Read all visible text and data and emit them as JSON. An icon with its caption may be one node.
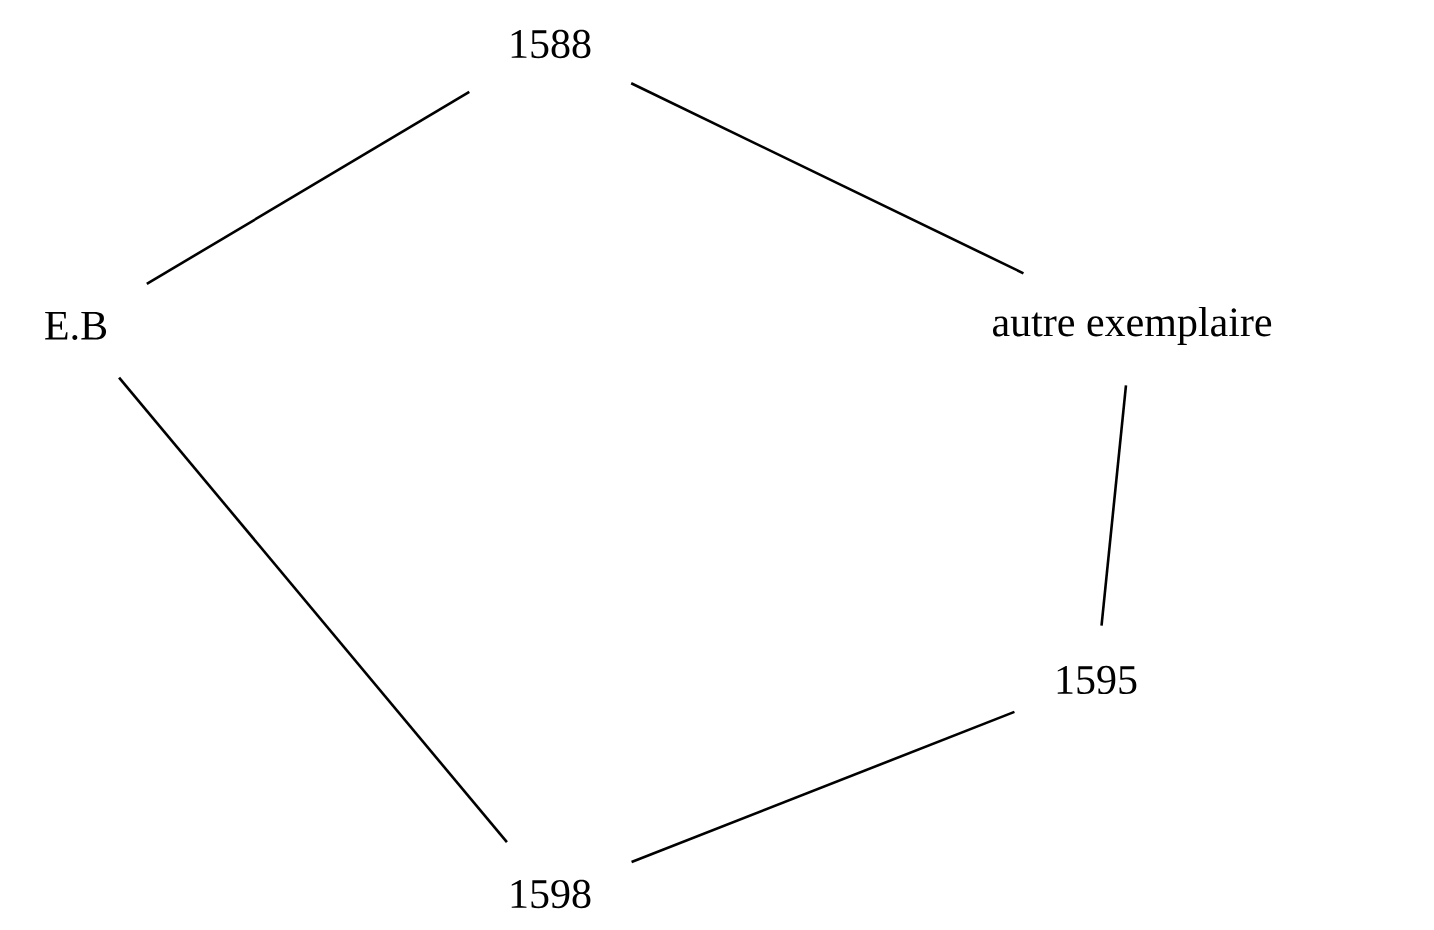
{
  "diagram": {
    "nodes": [
      {
        "text": [
          "1588"
        ]
      },
      {
        "text": [
          "E.B"
        ]
      },
      {
        "text": [
          "autre exemplaire"
        ]
      },
      {
        "text": [
          "1595"
        ]
      },
      {
        "text": [
          "1598"
        ]
      }
    ],
    "edges": [
      {
        "from": 0,
        "to": 1,
        "arrow": "none"
      },
      {
        "from": 0,
        "to": 2,
        "arrow": "none"
      },
      {
        "from": 1,
        "to": 4,
        "arrow": "none"
      },
      {
        "from": 2,
        "to": 3,
        "arrow": "none"
      },
      {
        "from": 3,
        "to": 4,
        "arrow": "none"
      }
    ]
  }
}
